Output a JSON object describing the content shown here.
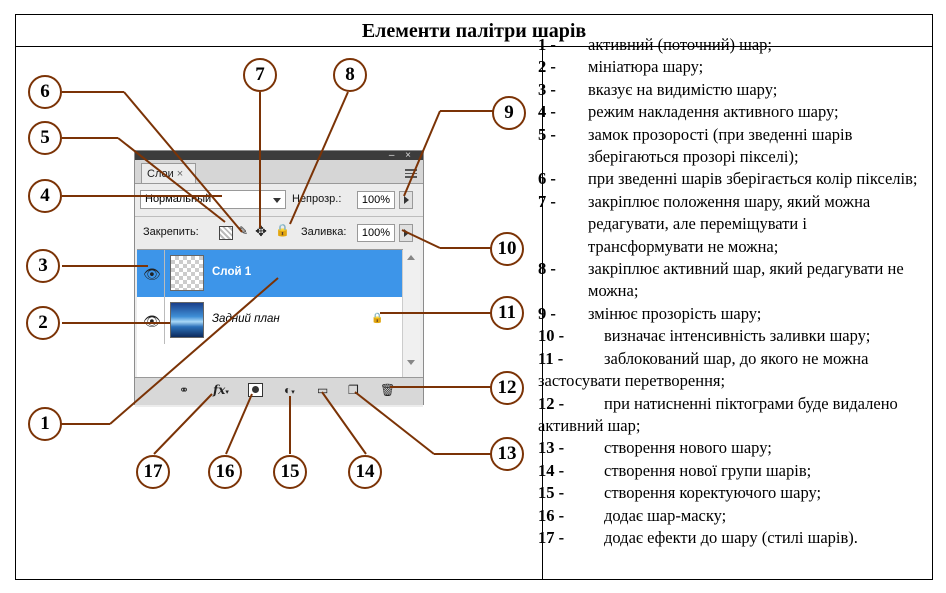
{
  "title": "Елементи палітри шарів",
  "panel": {
    "tab_label": "Слои",
    "tab_close": "×",
    "win_buttons": "– ×",
    "blend_mode": "Нормальный",
    "opacity_label": "Непрозр.:",
    "opacity_value": "100%",
    "lock_label": "Закрепить:",
    "fill_label": "Заливка:",
    "fill_value": "100%",
    "layers": [
      {
        "name": "Слой 1",
        "selected": true
      },
      {
        "name": "Задний план",
        "selected": false
      }
    ],
    "bottom_icons": [
      "link-icon",
      "fx-icon",
      "mask-icon",
      "adjustment-icon",
      "folder-icon",
      "new-layer-icon",
      "trash-icon"
    ]
  },
  "callout_numbers": [
    "1",
    "2",
    "3",
    "4",
    "5",
    "6",
    "7",
    "8",
    "9",
    "10",
    "11",
    "12",
    "13",
    "14",
    "15",
    "16",
    "17"
  ],
  "descriptions": [
    {
      "num": "1 -",
      "text": "активний (поточний) шар;"
    },
    {
      "num": "2 -",
      "text": "мініатюра шару;"
    },
    {
      "num": "3 -",
      "text": "вказує на видимістю шару;"
    },
    {
      "num": "4 -",
      "text": "режим накладення активного шару;"
    },
    {
      "num": "5 -",
      "text": "замок прозорості (при зведенні шарів зберігаються прозорі пікселі);"
    },
    {
      "num": "6 -",
      "text": "при зведенні шарів зберігається колір пікселів;"
    },
    {
      "num": "7 -",
      "text": "закріплює положення шару, який можна редагувати, але переміщувати і трансформувати не можна;"
    },
    {
      "num": "8 -",
      "text": "закріплює активний шар, який редагувати не можна;"
    },
    {
      "num": "9 -",
      "text": "змінює прозорість шару;"
    },
    {
      "num": "10 -",
      "text": "визначає інтенсивність заливки шару;"
    },
    {
      "num": "11 -",
      "text": "заблокований шар, до якого не можна застосувати перетворення;"
    },
    {
      "num": "12 -",
      "text": "при натисненні піктограми буде видалено активний шар;"
    },
    {
      "num": "13 -",
      "text": "створення нового шару;"
    },
    {
      "num": "14 -",
      "text": "створення нової групи шарів;"
    },
    {
      "num": "15 -",
      "text": "створення коректуючого шару;"
    },
    {
      "num": "16 -",
      "text": "додає шар-маску;"
    },
    {
      "num": "17 -",
      "text": "додає ефекти до шару (стилі шарів)."
    }
  ],
  "colors": {
    "callout": "#7b3306",
    "selected_layer": "#3d95e9"
  }
}
